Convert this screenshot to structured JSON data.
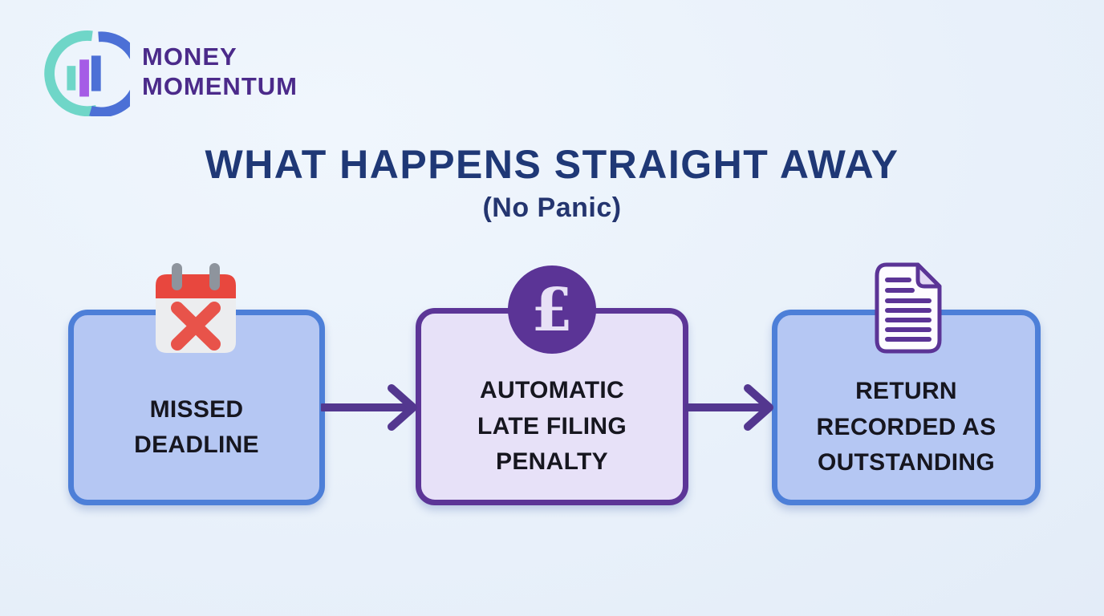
{
  "brand": {
    "name_line1": "MONEY",
    "name_line2": "MOMENTUM",
    "text_color": "#4b2a8a",
    "logo_icon": "money-momentum-logo",
    "logo_colors": {
      "teal": "#6fd6c8",
      "blue": "#4c70d6",
      "purple": "#a55ce6"
    }
  },
  "header": {
    "title": "WHAT HAPPENS STRAIGHT AWAY",
    "subtitle": "(No Panic)",
    "title_color": "#1f3876"
  },
  "flow": {
    "arrow_color": "#53378f",
    "steps": [
      {
        "label": "MISSED\nDEADLINE",
        "icon": "calendar-missed-deadline-icon",
        "fill_color": "#b5c7f3",
        "border_color": "#4d7fd8",
        "text_color": "#16161f"
      },
      {
        "label": "AUTOMATIC\nLATE FILING\nPENALTY",
        "icon": "pound-penalty-coin-icon",
        "fill_color": "#e7e1f8",
        "border_color": "#5c3597",
        "text_color": "#16161f"
      },
      {
        "label": "RETURN\nRECORDED AS\nOUTSTANDING",
        "icon": "outstanding-return-document-icon",
        "fill_color": "#b5c7f3",
        "border_color": "#4d7fd8",
        "text_color": "#16161f"
      }
    ]
  },
  "icon_colors": {
    "calendar_red": "#e8473e",
    "calendar_body": "#ecedef",
    "calendar_pin_gray": "#8e949d",
    "cross_red": "#e8534a",
    "coin_purple": "#5b3496",
    "pound_symbol": "#e7e1f6",
    "document_outline": "#5b3496"
  }
}
